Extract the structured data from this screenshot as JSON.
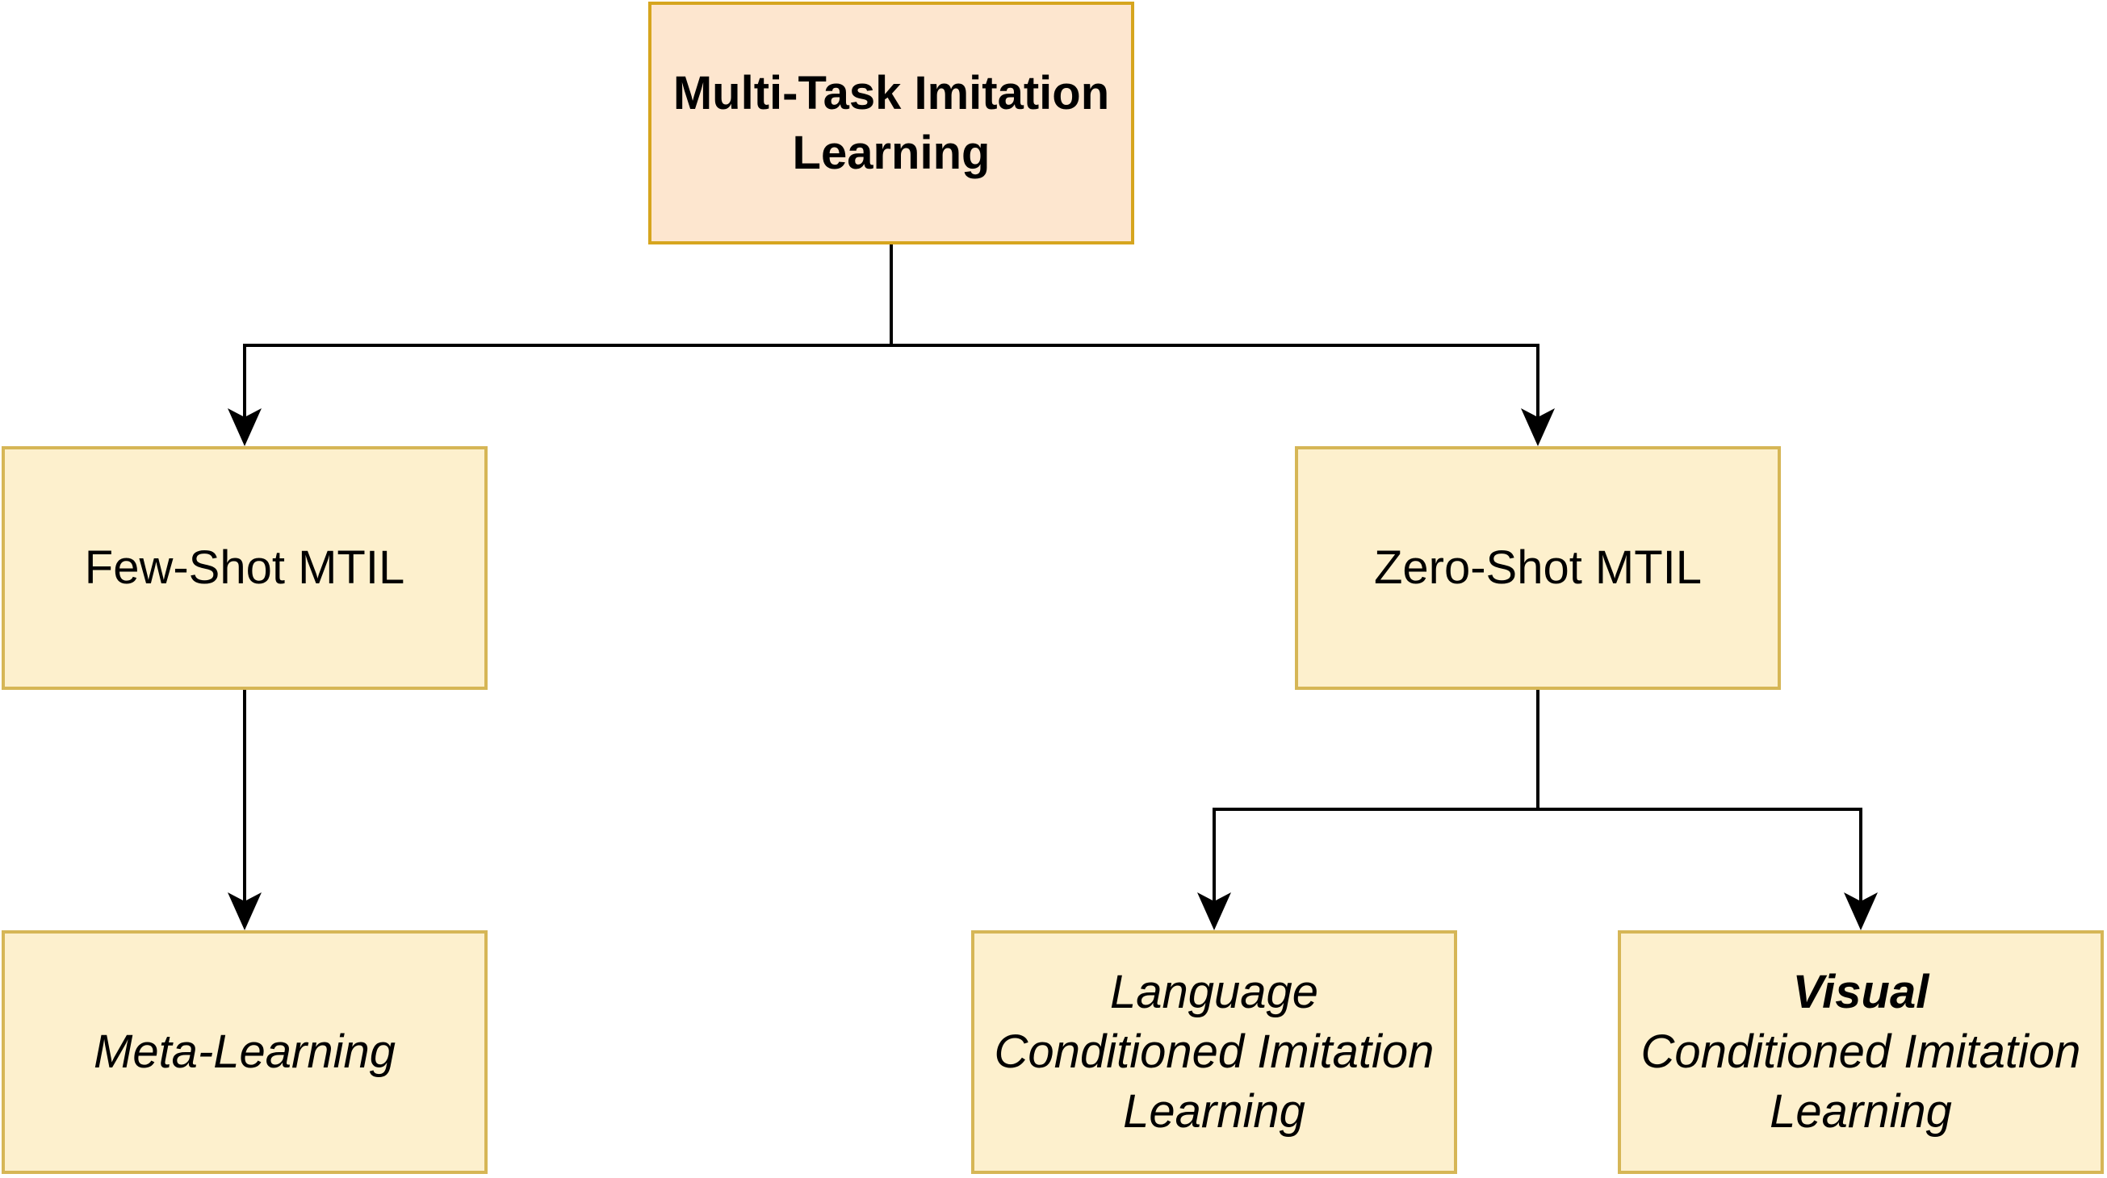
{
  "diagram": {
    "root": {
      "label": "Multi-Task Imitation Learning"
    },
    "few_shot": {
      "label": "Few-Shot MTIL"
    },
    "zero_shot": {
      "label": "Zero-Shot MTIL"
    },
    "meta_learning": {
      "label": "Meta-Learning"
    },
    "language_cil": {
      "lines": [
        "Language",
        "Conditioned Imitation",
        "Learning"
      ]
    },
    "visual_cil": {
      "lines": [
        "Visual",
        "Conditioned Imitation",
        "Learning"
      ]
    },
    "edges": [
      {
        "from": "Multi-Task Imitation Learning",
        "to": "Few-Shot MTIL"
      },
      {
        "from": "Multi-Task Imitation Learning",
        "to": "Zero-Shot MTIL"
      },
      {
        "from": "Few-Shot MTIL",
        "to": "Meta-Learning"
      },
      {
        "from": "Zero-Shot MTIL",
        "to": "Language Conditioned Imitation Learning"
      },
      {
        "from": "Zero-Shot MTIL",
        "to": "Visual Conditioned Imitation Learning"
      }
    ],
    "colors": {
      "root_fill": "#fde6cf",
      "root_border": "#d6a51e",
      "child_fill": "#fdf0cd",
      "child_border": "#d6b656",
      "connector": "#000000"
    }
  }
}
